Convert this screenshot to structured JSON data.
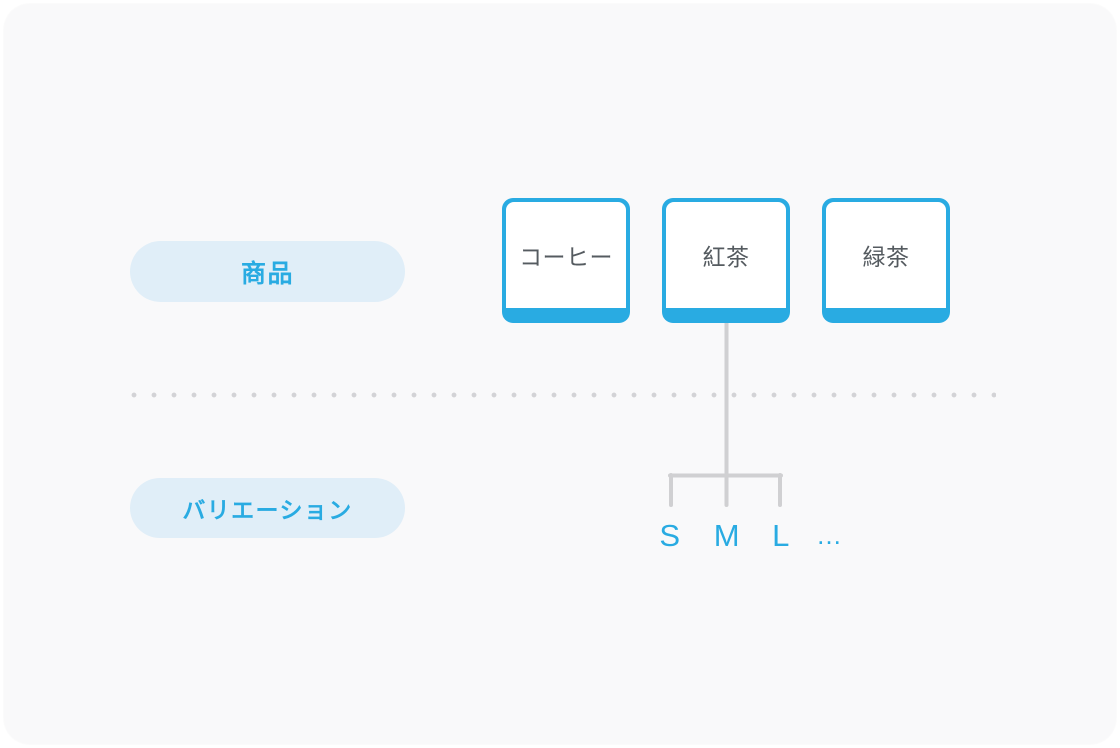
{
  "diagram": {
    "background_color": "#f9f9fa",
    "accent_color": "#29abe2",
    "pill_fill_color": "#e0eef8",
    "connector_color": "#d0d0d2"
  },
  "rows": {
    "product": {
      "pill_label": "商品",
      "items": [
        {
          "label": "コーヒー"
        },
        {
          "label": "紅茶"
        },
        {
          "label": "緑茶"
        }
      ]
    },
    "variation": {
      "pill_label": "バリエーション",
      "parent_label": "紅茶",
      "items": [
        {
          "label": "S"
        },
        {
          "label": "M"
        },
        {
          "label": "L"
        },
        {
          "label": "…"
        }
      ]
    }
  }
}
